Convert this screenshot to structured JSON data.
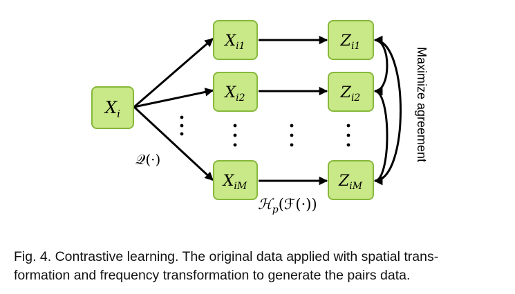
{
  "diagram": {
    "nodes": {
      "x_i": {
        "main": "X",
        "sub": "i"
      },
      "x_i1": {
        "main": "X",
        "sub": "i1"
      },
      "x_i2": {
        "main": "X",
        "sub": "i2"
      },
      "x_iM": {
        "main": "X",
        "sub": "iM"
      },
      "z_i1": {
        "main": "Z",
        "sub": "i1"
      },
      "z_i2": {
        "main": "Z",
        "sub": "i2"
      },
      "z_iM": {
        "main": "Z",
        "sub": "iM"
      }
    },
    "labels": {
      "q_op": "𝒬(·)",
      "h_op_main": "ℋ",
      "h_op_sub": "p",
      "h_op_rest": "(ℱ(·))",
      "maximize": "Maximize agreement"
    },
    "colors": {
      "node_fill": "#c9e887",
      "node_border": "#86b83b"
    }
  },
  "caption": {
    "line1": "Fig. 4. Contrastive learning. The original data applied with spatial trans-",
    "line2": "formation and frequency transformation to generate the pairs data."
  }
}
